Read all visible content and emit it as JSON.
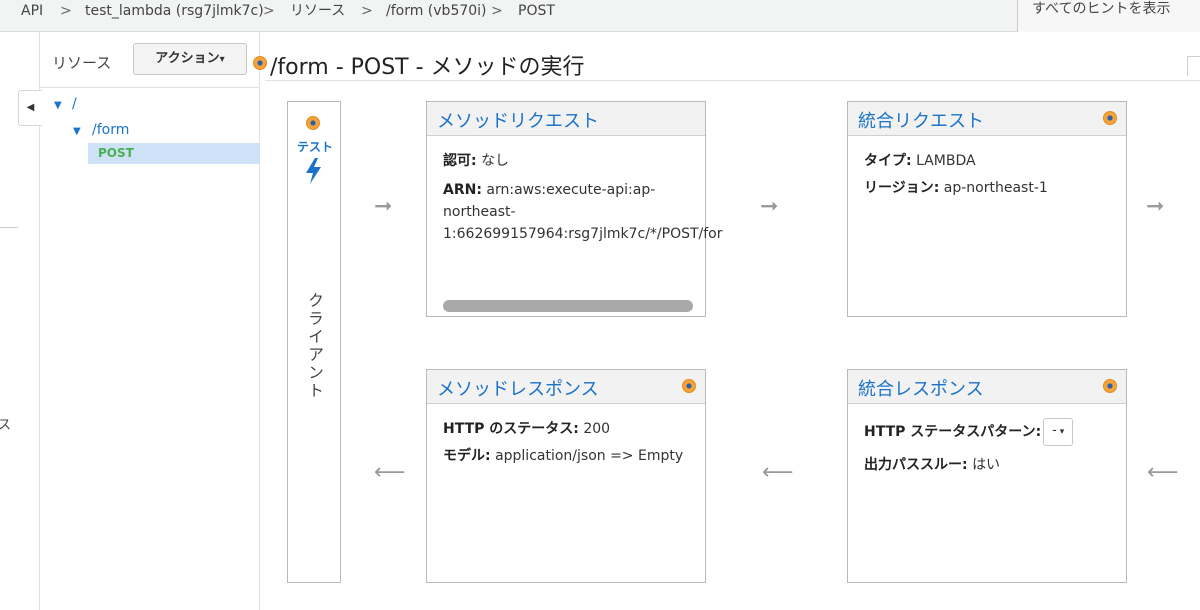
{
  "breadcrumb": {
    "items": [
      "API",
      "test_lambda (rsg7jlmk7c)",
      "リソース",
      "/form (vb570i)",
      "POST"
    ],
    "separator": ">"
  },
  "hints_button": "すべてのヒントを表示",
  "left_strip": {
    "collapse_glyph": "◀",
    "partial_char": "ス"
  },
  "resources": {
    "title": "リソース",
    "actions_label": "アクション",
    "actions_caret": "▾",
    "tree": [
      {
        "label": "/",
        "caret": "▼"
      },
      {
        "label": "/form",
        "caret": "▼"
      },
      {
        "label": "POST",
        "method": true,
        "selected": true
      }
    ]
  },
  "page_title": "/form - POST - メソッドの実行",
  "client": {
    "test_label": "テスト",
    "label": "クライアント"
  },
  "cards": {
    "method_request": {
      "title": "メソッドリクエスト",
      "auth_label": "認可:",
      "auth_value": "なし",
      "arn_label": "ARN:",
      "arn_line1": "arn:aws:execute-api:ap-",
      "arn_line2": "northeast-",
      "arn_line3": "1:662699157964:rsg7jlmk7c/*/POST/for"
    },
    "integration_request": {
      "title": "統合リクエスト",
      "type_label": "タイプ:",
      "type_value": "LAMBDA",
      "region_label": "リージョン:",
      "region_value": "ap-northeast-1"
    },
    "method_response": {
      "title": "メソッドレスポンス",
      "status_label": "HTTP のステータス:",
      "status_value": "200",
      "model_label": "モデル:",
      "model_value": "application/json => Empty"
    },
    "integration_response": {
      "title": "統合レスポンス",
      "pattern_label": "HTTP ステータスパターン:",
      "pattern_value": "-",
      "passthrough_label": "出力パススルー:",
      "passthrough_value": "はい"
    }
  },
  "arrows": {
    "right": "➞",
    "left": "⟵"
  },
  "colors": {
    "link": "#1a73c9",
    "method_green": "#4caf50",
    "badge_orange": "#f6a23a",
    "selected_bg": "#cde2f7"
  }
}
